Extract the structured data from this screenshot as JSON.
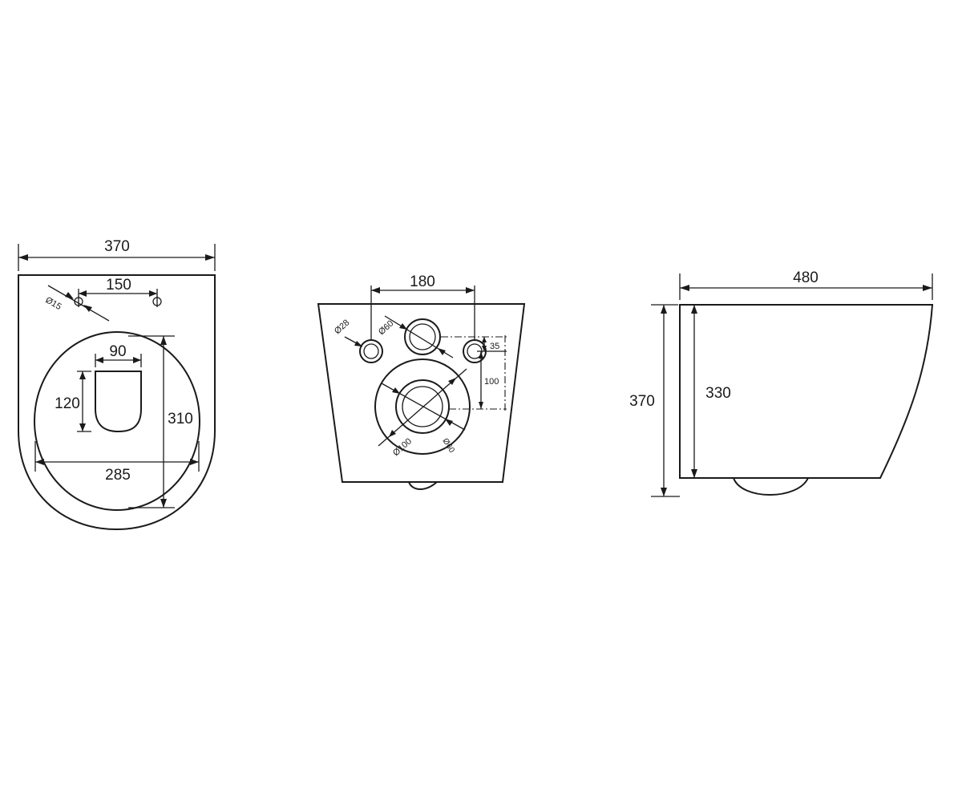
{
  "top_view": {
    "overall_width": "370",
    "hole_spacing": "150",
    "hole_diameter": "Ø15",
    "opening_width": "90",
    "opening_length": "120",
    "bowl_length": "310",
    "bowl_width": "285"
  },
  "rear_view": {
    "fixing_spacing": "180",
    "fixing_hole_diameter": "Ø28",
    "inlet_diameter": "Ø60",
    "inlet_offset": "35",
    "outlet_height": "100",
    "outlet_outer_diameter": "Ø100",
    "outlet_inner_diameter": "Ø60"
  },
  "side_view": {
    "overall_length": "480",
    "overall_height": "370",
    "body_height": "330"
  }
}
